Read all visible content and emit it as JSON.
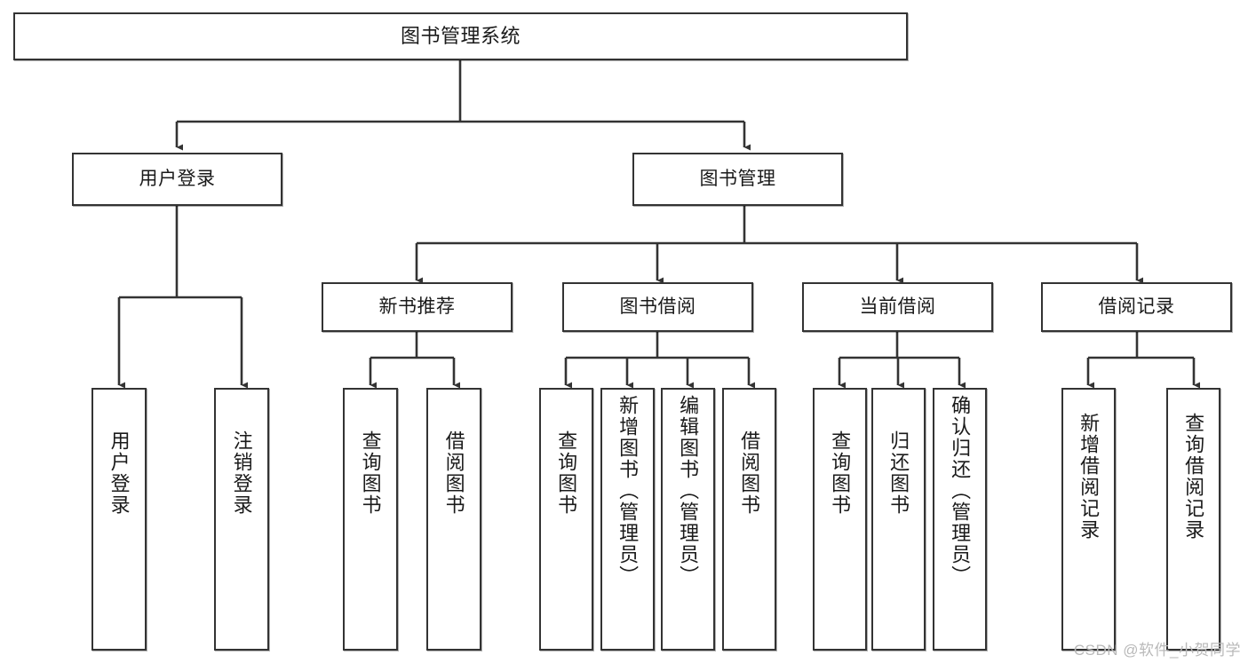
{
  "diagram": {
    "title": "图书管理系统",
    "type": "hierarchy-tree",
    "watermark": "CSDN @软件_小贺同学",
    "stroke_color": "#333333",
    "fill_color": "#ffffff",
    "text_color": "#1a1a1a",
    "watermark_color": "#b9b9b9"
  },
  "nodes": {
    "root": {
      "label": "图书管理系统",
      "level": 1,
      "orientation": "horizontal"
    },
    "level2": [
      {
        "id": "user-login",
        "label": "用户登录",
        "orientation": "horizontal"
      },
      {
        "id": "book-management",
        "label": "图书管理",
        "orientation": "horizontal"
      }
    ],
    "level3": [
      {
        "id": "new-book-recommend",
        "label": "新书推荐",
        "orientation": "horizontal"
      },
      {
        "id": "book-borrow",
        "label": "图书借阅",
        "orientation": "horizontal"
      },
      {
        "id": "current-borrow",
        "label": "当前借阅",
        "orientation": "horizontal"
      },
      {
        "id": "borrow-record",
        "label": "借阅记录",
        "orientation": "horizontal"
      }
    ],
    "leaves": [
      {
        "id": "leaf-user-login",
        "label": "用户登录",
        "parent": "user-login",
        "orientation": "vertical"
      },
      {
        "id": "leaf-user-logout",
        "label": "注销登录",
        "parent": "user-login",
        "orientation": "vertical"
      },
      {
        "id": "leaf-query-book-1",
        "label": "查询图书",
        "parent": "new-book-recommend",
        "orientation": "vertical"
      },
      {
        "id": "leaf-borrow-book-1",
        "label": "借阅图书",
        "parent": "new-book-recommend",
        "orientation": "vertical"
      },
      {
        "id": "leaf-query-book-2",
        "label": "查询图书",
        "parent": "book-borrow",
        "orientation": "vertical"
      },
      {
        "id": "leaf-add-book",
        "label": "新增图书（管理员）",
        "parent": "book-borrow",
        "orientation": "vertical"
      },
      {
        "id": "leaf-edit-book",
        "label": "编辑图书（管理员）",
        "parent": "book-borrow",
        "orientation": "vertical"
      },
      {
        "id": "leaf-borrow-book-2",
        "label": "借阅图书",
        "parent": "book-borrow",
        "orientation": "vertical"
      },
      {
        "id": "leaf-query-book-3",
        "label": "查询图书",
        "parent": "current-borrow",
        "orientation": "vertical"
      },
      {
        "id": "leaf-return-book",
        "label": "归还图书",
        "parent": "current-borrow",
        "orientation": "vertical"
      },
      {
        "id": "leaf-confirm-return",
        "label": "确认归还（管理员）",
        "parent": "current-borrow",
        "orientation": "vertical"
      },
      {
        "id": "leaf-add-record",
        "label": "新增借阅记录",
        "parent": "borrow-record",
        "orientation": "vertical"
      },
      {
        "id": "leaf-query-record",
        "label": "查询借阅记录",
        "parent": "borrow-record",
        "orientation": "vertical"
      }
    ]
  }
}
